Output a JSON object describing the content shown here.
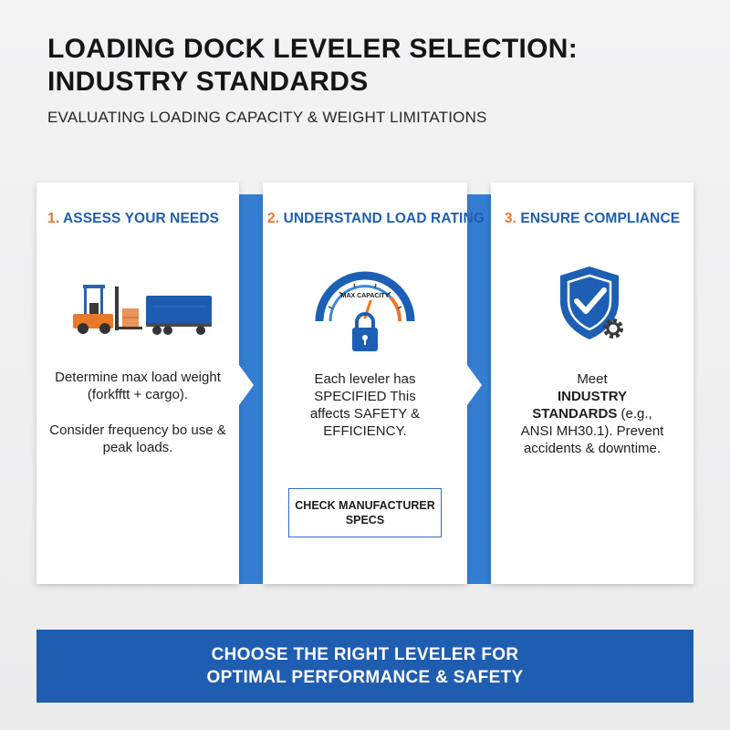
{
  "header": {
    "title": "LOADING DOCK LEVELER SELECTION:\nINDUSTRY STANDARDS",
    "subtitle": "EVALUATING LOADING CAPACITY & WEIGHT LIMITATIONS"
  },
  "steps": [
    {
      "number": "1.",
      "title": "ASSESS YOUR NEEDS",
      "icon": "forklift-truck-icon",
      "paragraphs": [
        "Determine max load weight (forkfftt + cargo).",
        "Consider frequency bo use & peak loads."
      ]
    },
    {
      "number": "2.",
      "title": "UNDERSTAND LOAD RATING",
      "icon": "capacity-gauge-lock-icon",
      "gauge_label": "MAX CAPACITY",
      "paragraphs": [
        "Each leveler has SPECIFIED This affects SAFETY & EFFICIENCY."
      ],
      "button_label": "CHECK MANUFACTURER SPECS"
    },
    {
      "number": "3.",
      "title": "ENSURE COMPLIANCE",
      "icon": "shield-check-gear-icon",
      "text_pre": "Meet",
      "text_bold": "INDUSTRY STANDARDS",
      "text_post": "(e.g., ANSI MH30.1). Prevent accidents & downtime."
    }
  ],
  "footer": {
    "text": "CHOOSE THE RIGHT LEVELER FOR\nOPTIMAL PERFORMANCE & SAFETY"
  },
  "colors": {
    "accent_blue": "#1d5fb4",
    "accent_orange": "#e8782a",
    "footer_bg": "#1f5db1"
  }
}
